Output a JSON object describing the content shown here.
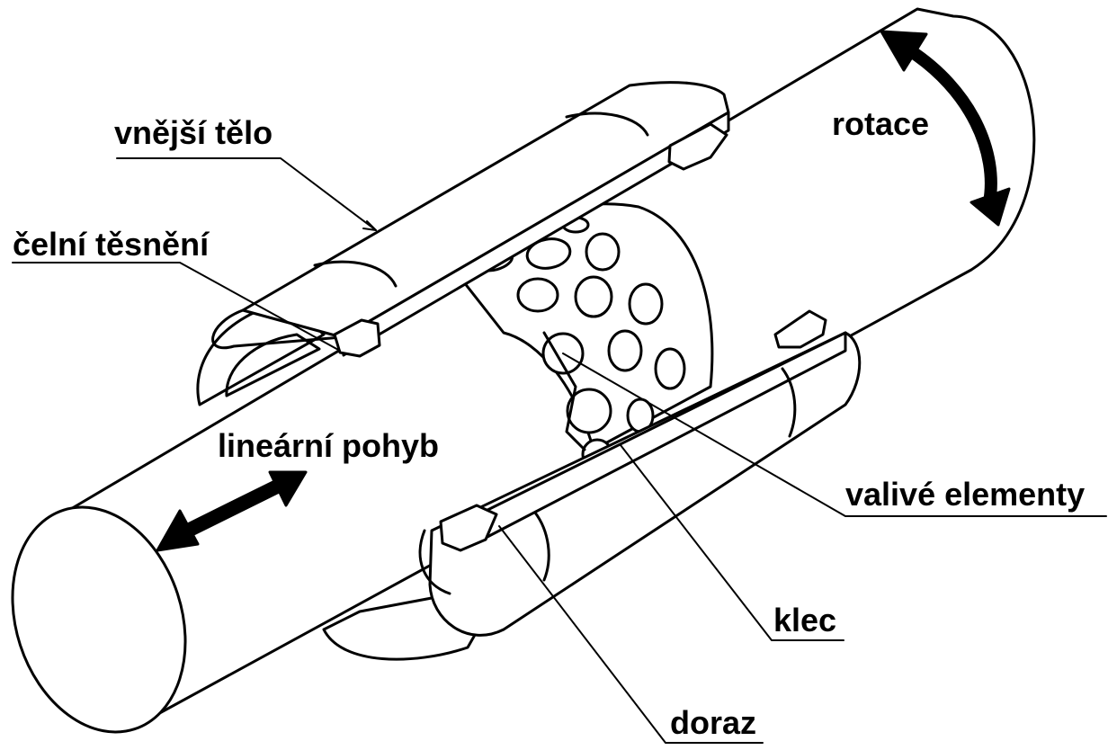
{
  "labels": {
    "outer_body": "vnější tělo",
    "face_seal": "čelní těsnění",
    "rotation": "rotace",
    "linear_motion": "lineární pohyb",
    "rolling_elements": "valivé elementy",
    "cage": "klec",
    "stop": "doraz"
  },
  "colors": {
    "stroke": "#000000",
    "fill": "#ffffff"
  }
}
